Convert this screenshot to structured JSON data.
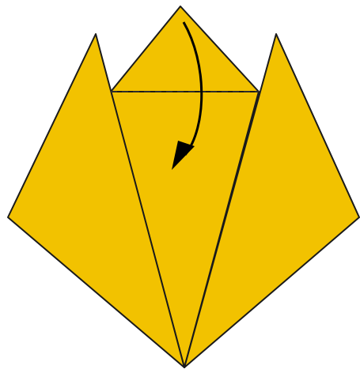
{
  "diagram": {
    "type": "origami-step",
    "step_description": "",
    "colors": {
      "paper_fill": "#F2C200",
      "outline": "#1a1a1a",
      "fold_line": "#333333",
      "arrow": "#000000",
      "background": "#ffffff"
    },
    "elements": {
      "top_flap": "triangle",
      "left_petal": "triangle",
      "right_petal": "triangle",
      "center_panel": "triangle",
      "fold_line_style": "dashed",
      "arrow_direction": "fold down"
    }
  }
}
